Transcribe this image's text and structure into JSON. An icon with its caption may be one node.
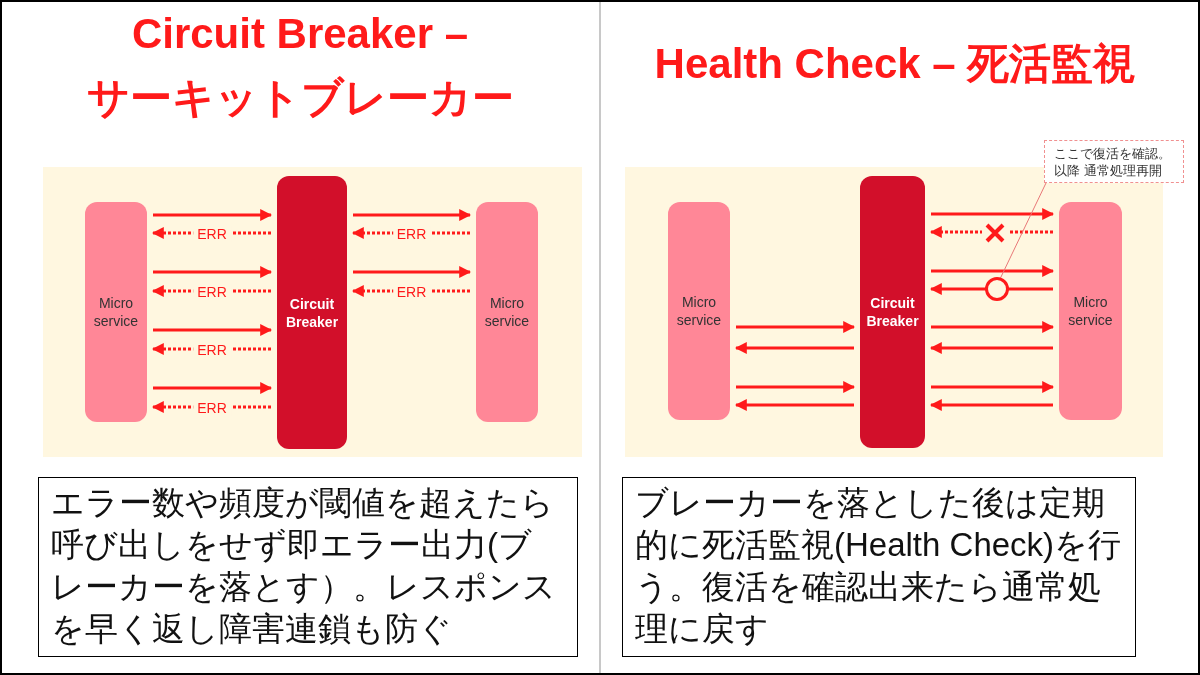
{
  "diagram": {
    "nodes": [
      {
        "text": [
          "Micro service"
        ]
      },
      {
        "text": [
          "Circuit Breaker"
        ]
      },
      {
        "text": [
          "Micro service"
        ]
      },
      {
        "text": [
          "Micro service"
        ]
      },
      {
        "text": [
          "Circuit Breaker"
        ]
      },
      {
        "text": [
          "Micro service"
        ]
      },
      {
        "text": [
          "ここで復活を確認。以降 通常処理再開"
        ]
      },
      {
        "text": [
          "エラー数や頻度が閾値を超えたら呼び出しをせず即エラー出力(ブレーカーを落とす）。レスポンスを早く返し障害連鎖も防ぐ"
        ]
      },
      {
        "text": [
          "ブレーカーを落とした後は定期的に死活監視(Health Check)を行う。復活を確認出来たら通常処理に戻す"
        ]
      }
    ],
    "edges": [
      {
        "from": 0,
        "to": 1,
        "arrow": "to"
      },
      {
        "from": 1,
        "to": 0,
        "arrow": "to",
        "style": "dashed",
        "label": "ERR"
      },
      {
        "from": 0,
        "to": 1,
        "arrow": "to"
      },
      {
        "from": 1,
        "to": 0,
        "arrow": "to",
        "style": "dashed",
        "label": "ERR"
      },
      {
        "from": 0,
        "to": 1,
        "arrow": "to"
      },
      {
        "from": 1,
        "to": 0,
        "arrow": "to",
        "style": "dashed",
        "label": "ERR"
      },
      {
        "from": 0,
        "to": 1,
        "arrow": "to"
      },
      {
        "from": 1,
        "to": 0,
        "arrow": "to",
        "style": "dashed",
        "label": "ERR"
      },
      {
        "from": 1,
        "to": 2,
        "arrow": "to"
      },
      {
        "from": 2,
        "to": 1,
        "arrow": "to",
        "style": "dashed",
        "label": "ERR"
      },
      {
        "from": 1,
        "to": 2,
        "arrow": "to"
      },
      {
        "from": 2,
        "to": 1,
        "arrow": "to",
        "style": "dashed",
        "label": "ERR"
      },
      {
        "from": 3,
        "to": 4,
        "arrow": "to"
      },
      {
        "from": 4,
        "to": 3,
        "arrow": "to"
      },
      {
        "from": 3,
        "to": 4,
        "arrow": "to"
      },
      {
        "from": 4,
        "to": 3,
        "arrow": "to"
      },
      {
        "from": 4,
        "to": 5,
        "arrow": "to"
      },
      {
        "from": 5,
        "to": 4,
        "arrow": "to",
        "style": "dashed"
      },
      {
        "from": 4,
        "to": 5,
        "arrow": "to"
      },
      {
        "from": 5,
        "to": 4,
        "arrow": "to"
      },
      {
        "from": 4,
        "to": 5,
        "arrow": "to"
      },
      {
        "from": 5,
        "to": 4,
        "arrow": "to"
      },
      {
        "from": 4,
        "to": 5,
        "arrow": "to"
      },
      {
        "from": 5,
        "to": 4,
        "arrow": "to"
      },
      {
        "from": 6,
        "to": null,
        "arrow": "none",
        "color": "#e87878"
      }
    ],
    "labels": [
      "Circuit Breaker – サーキットブレーカー",
      "Health Check – 死活監視"
    ]
  }
}
